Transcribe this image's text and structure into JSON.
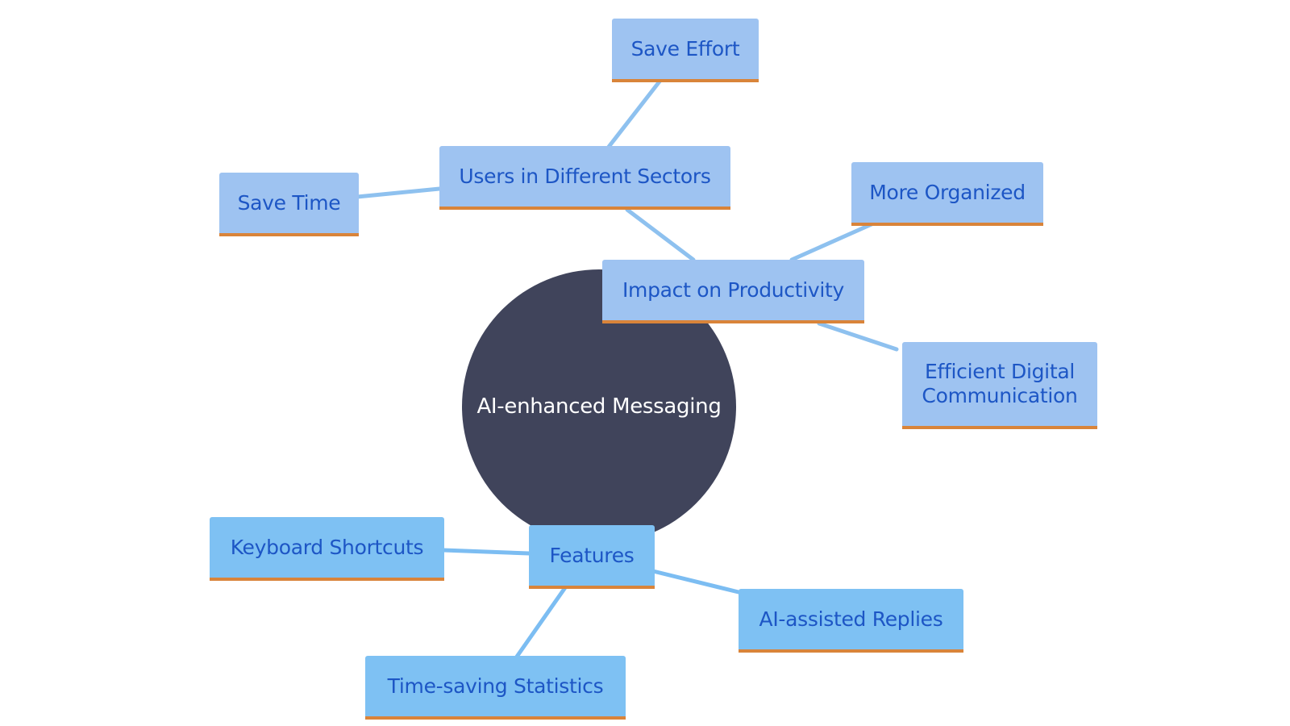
{
  "colors": {
    "center_fill": "#40445b",
    "center_text": "#ffffff",
    "node_fill_light": "#9ec3f1",
    "node_fill_blue": "#7ec1f3",
    "node_text": "#1d56c5",
    "node_underline": "#d9843a",
    "edge": "#8ec1ef",
    "edge_bright": "#7cbdf2"
  },
  "center": {
    "label": "AI-enhanced Messaging"
  },
  "nodes": {
    "users": {
      "label": "Users in Different Sectors"
    },
    "save_effort": {
      "label": "Save Effort"
    },
    "save_time": {
      "label": "Save Time"
    },
    "impact": {
      "label": "Impact on Productivity"
    },
    "more_organized": {
      "label": "More Organized"
    },
    "efficient": {
      "label": "Efficient Digital\nCommunication"
    },
    "features": {
      "label": "Features"
    },
    "keyboard": {
      "label": "Keyboard Shortcuts"
    },
    "ai_replies": {
      "label": "AI-assisted Replies"
    },
    "stats": {
      "label": "Time-saving Statistics"
    }
  }
}
